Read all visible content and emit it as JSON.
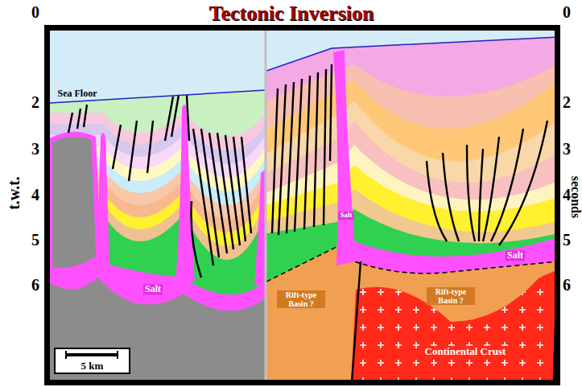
{
  "diagram": {
    "title": "Tectonic Inversion",
    "nodes": [
      {
        "text": [
          "5 km"
        ]
      }
    ],
    "labels": [
      "0",
      "2",
      "3",
      "4",
      "5",
      "6",
      "t.w.t.",
      "0",
      "2",
      "3",
      "4",
      "5",
      "6",
      "seconds",
      "Sea Floor",
      "Salt",
      "Rift-type Basin ?",
      "Rift-type Basin ?",
      "Salt",
      "Continental Crust",
      "Salt"
    ]
  }
}
